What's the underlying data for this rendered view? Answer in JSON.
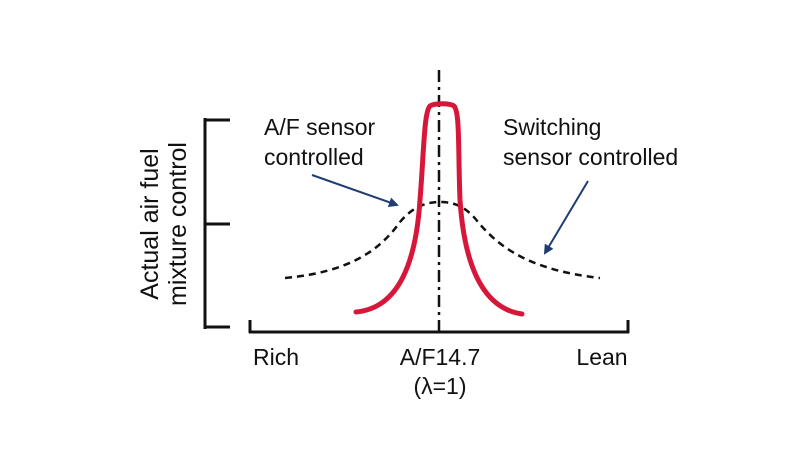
{
  "diagram": {
    "y_axis_label_line1": "Actual air fuel",
    "y_axis_label_line2": "mixture control",
    "x_labels": {
      "left": "Rich",
      "center": "A/F14.7",
      "center_sub": "(λ=1)",
      "right": "Lean"
    },
    "annotations": {
      "af_sensor_line1": "A/F sensor",
      "af_sensor_line2": "controlled",
      "switching_line1": "Switching",
      "switching_line2": "sensor controlled"
    },
    "colors": {
      "af_curve": "#d7173a",
      "switching_curve": "#111111",
      "arrow": "#1f3c73",
      "axis": "#111111"
    }
  }
}
